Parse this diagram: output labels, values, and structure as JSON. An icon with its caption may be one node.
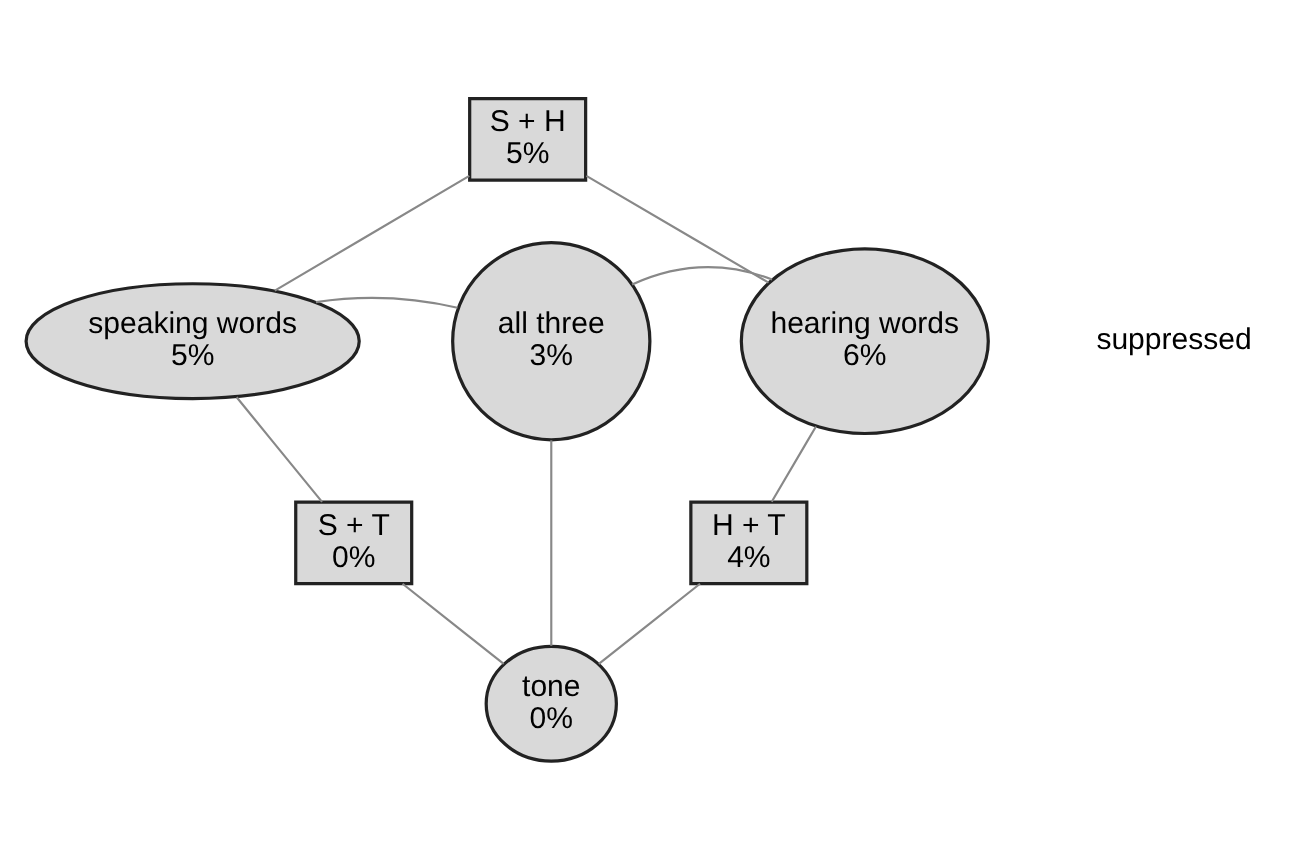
{
  "diagram": {
    "nodes": [
      {
        "text": [
          "S + H",
          "5%"
        ]
      },
      {
        "text": [
          "speaking words",
          "5%"
        ]
      },
      {
        "text": [
          "hearing words",
          "6%"
        ]
      },
      {
        "text": [
          "all three",
          "3%"
        ]
      },
      {
        "text": [
          "S + T",
          "0%"
        ]
      },
      {
        "text": [
          "H + T",
          "4%"
        ]
      },
      {
        "text": [
          "tone",
          "0%"
        ]
      }
    ],
    "edges": [
      {
        "from": 0,
        "to": 1,
        "arrow": "none"
      },
      {
        "from": 0,
        "to": 2,
        "arrow": "none"
      },
      {
        "from": 1,
        "to": 3,
        "arrow": "none"
      },
      {
        "from": 2,
        "to": 3,
        "arrow": "none"
      },
      {
        "from": 1,
        "to": 4,
        "arrow": "none"
      },
      {
        "from": 2,
        "to": 5,
        "arrow": "none"
      },
      {
        "from": 3,
        "to": 6,
        "arrow": "none"
      },
      {
        "from": 4,
        "to": 6,
        "arrow": "none"
      },
      {
        "from": 5,
        "to": 6,
        "arrow": "none"
      }
    ],
    "labels": [
      "suppressed"
    ]
  }
}
